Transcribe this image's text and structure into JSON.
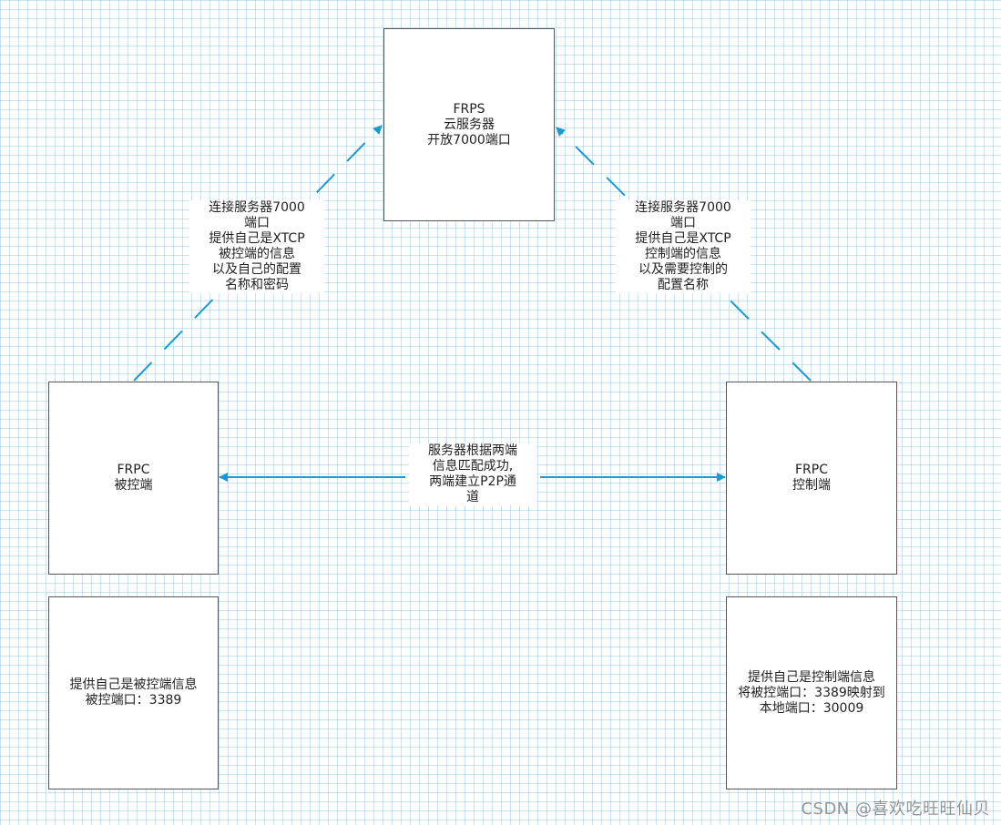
{
  "colors": {
    "connector": "#1a9ad0",
    "box_border": "#555555",
    "grid": "#a0cde1"
  },
  "nodes": {
    "server": "FRPS\n云服务器\n开放7000端口",
    "controlled": "FRPC\n被控端",
    "controller": "FRPC\n控制端",
    "controlled_info": "提供自己是被控端信息\n被控端口：3389",
    "controller_info": "提供自己是控制端信息\n将被控端口：3389映射到\n本地端口：30009"
  },
  "edges": {
    "left_label": "连接服务器7000\n端口\n提供自己是XTCP\n被控端的信息\n以及自己的配置\n名称和密码",
    "right_label": "连接服务器7000\n端口\n提供自己是XTCP\n控制端的信息\n以及需要控制的\n配置名称",
    "middle_label": "服务器根据两端\n信息匹配成功,\n两端建立P2P通\n道"
  },
  "watermark": "CSDN @喜欢吃旺旺仙贝"
}
